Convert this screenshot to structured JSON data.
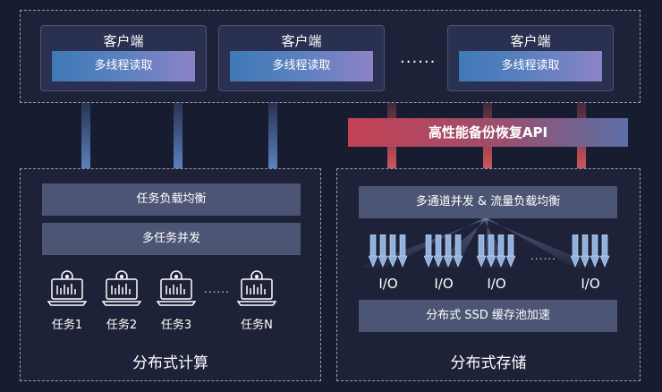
{
  "clients": [
    {
      "title": "客户端",
      "bar": "多线程读取"
    },
    {
      "title": "客户端",
      "bar": "多线程读取"
    },
    {
      "title": "客户端",
      "bar": "多线程读取"
    }
  ],
  "clients_ellipsis": "......",
  "api_label": "高性能备份恢复API",
  "compute": {
    "bar1": "任务负载均衡",
    "bar2": "多任务并发",
    "tasks": [
      "任务1",
      "任务2",
      "任务3",
      "任务N"
    ],
    "ellipsis": "......",
    "title": "分布式计算"
  },
  "storage": {
    "bar1": "多通道并发 & 流量负载均衡",
    "io_labels": [
      "I/O",
      "I/O",
      "I/O",
      "I/O"
    ],
    "ellipsis": "......",
    "bar2": "分布式 SSD 缓存池加速",
    "title": "分布式存储"
  },
  "colors": {
    "background": "#171c30",
    "panel": "#1d2238",
    "bar": "#4d5574",
    "blue_arrow": "#5f86c6",
    "red_arrow": "#d9575e"
  }
}
